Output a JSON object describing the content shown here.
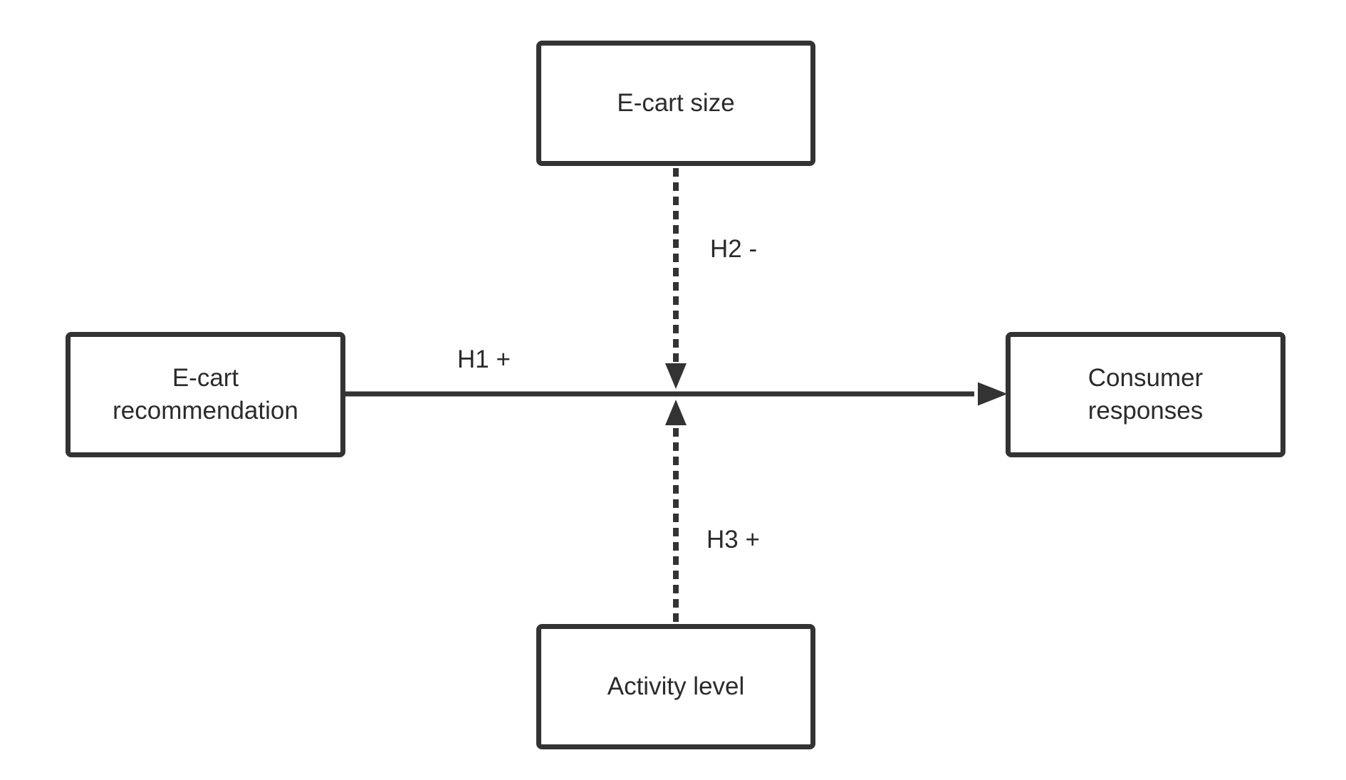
{
  "diagram": {
    "nodes": {
      "ecart_size": "E-cart size",
      "recommendation": [
        "E-cart",
        "recommendation"
      ],
      "consumer_responses": [
        "Consumer",
        "responses"
      ],
      "activity_level": "Activity level"
    },
    "edges": {
      "h1": "H1 +",
      "h2": "H2 -",
      "h3": "H3 +"
    },
    "colors": {
      "stroke": "#333333",
      "text": "#2b2b2b",
      "background": "#ffffff"
    }
  }
}
